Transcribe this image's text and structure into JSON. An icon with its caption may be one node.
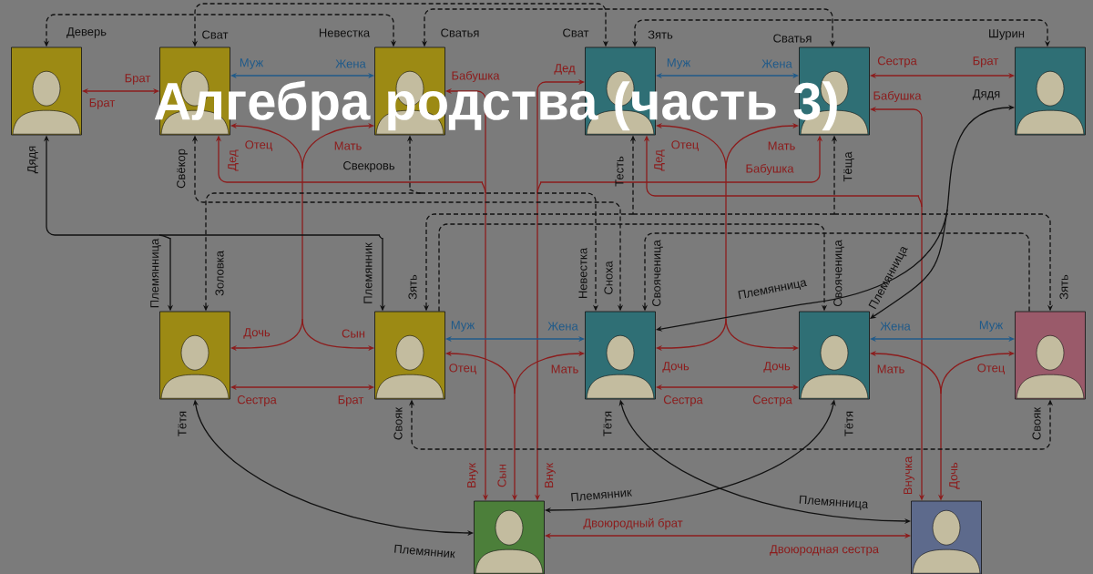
{
  "diagram": {
    "title": "Алгебра родства (часть 3)",
    "nodes": [
      {
        "text": [],
        "shape": "person"
      },
      {
        "text": [],
        "shape": "person"
      },
      {
        "text": [],
        "shape": "person"
      },
      {
        "text": [],
        "shape": "person"
      },
      {
        "text": [],
        "shape": "person"
      },
      {
        "text": [],
        "shape": "person"
      },
      {
        "text": [],
        "shape": "person"
      },
      {
        "text": [],
        "shape": "person"
      },
      {
        "text": [],
        "shape": "person"
      },
      {
        "text": [],
        "shape": "person"
      },
      {
        "text": [],
        "shape": "person"
      },
      {
        "text": [],
        "shape": "person"
      },
      {
        "text": [],
        "shape": "person"
      }
    ],
    "edges": [
      {
        "from": 0,
        "to": 1,
        "arrow": "both"
      },
      {
        "from": 1,
        "to": 2,
        "arrow": "both",
        "color": "#1f5a8a"
      },
      {
        "from": 3,
        "to": 4,
        "arrow": "both",
        "color": "#1f5a8a"
      },
      {
        "from": 4,
        "to": 5,
        "arrow": "both"
      },
      {
        "from": 1,
        "to": 6,
        "arrow": "both"
      },
      {
        "from": 1,
        "to": 7,
        "arrow": "both"
      },
      {
        "from": 2,
        "to": 6,
        "arrow": "both"
      },
      {
        "from": 2,
        "to": 7,
        "arrow": "both"
      },
      {
        "from": 3,
        "to": 8,
        "arrow": "both"
      },
      {
        "from": 3,
        "to": 9,
        "arrow": "both"
      },
      {
        "from": 4,
        "to": 8,
        "arrow": "both"
      },
      {
        "from": 4,
        "to": 9,
        "arrow": "both"
      },
      {
        "from": 7,
        "to": 11,
        "arrow": "both"
      },
      {
        "from": 8,
        "to": 11,
        "arrow": "both"
      },
      {
        "from": 9,
        "to": 12,
        "arrow": "both"
      },
      {
        "from": 10,
        "to": 12,
        "arrow": "both"
      },
      {
        "from": 6,
        "to": 7,
        "arrow": "both"
      },
      {
        "from": 7,
        "to": 8,
        "arrow": "both",
        "color": "#1f5a8a"
      },
      {
        "from": 8,
        "to": 9,
        "arrow": "both"
      },
      {
        "from": 9,
        "to": 10,
        "arrow": "both",
        "color": "#1f5a8a"
      },
      {
        "from": 11,
        "to": 12,
        "arrow": "both"
      },
      {
        "from": 1,
        "to": 11,
        "arrow": "both"
      },
      {
        "from": 2,
        "to": 11,
        "arrow": "both"
      },
      {
        "from": 3,
        "to": 11,
        "arrow": "both"
      },
      {
        "from": 4,
        "to": 11,
        "arrow": "both"
      },
      {
        "from": 3,
        "to": 12,
        "arrow": "both"
      },
      {
        "from": 4,
        "to": 12,
        "arrow": "both"
      },
      {
        "from": 0,
        "to": 6,
        "arrow": "both",
        "color": "#111111"
      },
      {
        "from": 0,
        "to": 7,
        "arrow": "both",
        "color": "#111111"
      },
      {
        "from": 5,
        "to": 8,
        "arrow": "both",
        "color": "#111111"
      },
      {
        "from": 5,
        "to": 9,
        "arrow": "both",
        "color": "#111111"
      },
      {
        "from": 6,
        "to": 11,
        "arrow": "both",
        "color": "#111111"
      },
      {
        "from": 8,
        "to": 12,
        "arrow": "both",
        "color": "#111111"
      },
      {
        "from": 9,
        "to": 11,
        "arrow": "both",
        "color": "#111111"
      },
      {
        "from": 0,
        "to": 2,
        "arrow": "both",
        "style": "dashed",
        "color": "#111111"
      },
      {
        "from": 1,
        "to": 3,
        "arrow": "both",
        "style": "dashed",
        "color": "#111111"
      },
      {
        "from": 2,
        "to": 4,
        "arrow": "both",
        "style": "dashed",
        "color": "#111111"
      },
      {
        "from": 3,
        "to": 5,
        "arrow": "both",
        "style": "dashed",
        "color": "#111111"
      },
      {
        "from": 1,
        "to": 8,
        "arrow": "both",
        "style": "dashed",
        "color": "#111111"
      },
      {
        "from": 2,
        "to": 8,
        "arrow": "both",
        "style": "dashed",
        "color": "#111111"
      },
      {
        "from": 6,
        "to": 8,
        "arrow": "both",
        "style": "dashed",
        "color": "#111111"
      },
      {
        "from": 3,
        "to": 7,
        "arrow": "both",
        "style": "dashed",
        "color": "#111111"
      },
      {
        "from": 4,
        "to": 7,
        "arrow": "both",
        "style": "dashed",
        "color": "#111111"
      },
      {
        "from": 3,
        "to": 10,
        "arrow": "both",
        "style": "dashed",
        "color": "#111111"
      },
      {
        "from": 4,
        "to": 10,
        "arrow": "both",
        "style": "dashed",
        "color": "#111111"
      },
      {
        "from": 7,
        "to": 9,
        "arrow": "to",
        "style": "dashed",
        "color": "#111111"
      },
      {
        "from": 10,
        "to": 8,
        "arrow": "to",
        "style": "dashed",
        "color": "#111111"
      },
      {
        "from": 7,
        "to": 10,
        "arrow": "both",
        "style": "dashed",
        "color": "#111111"
      }
    ],
    "labels": [
      "Деверь",
      "Сват",
      "Невестка",
      "Сватья",
      "Сват",
      "Зять",
      "Сватья",
      "Шурин",
      "Брат",
      "Муж",
      "Жена",
      "Бабушка",
      "Дед",
      "Муж",
      "Жена",
      "Сестра",
      "Брат",
      "Бабушка",
      "Дядя",
      "Брат",
      "Отец",
      "Мать",
      "Отец",
      "Мать",
      "Дядя",
      "Свёкор",
      "Дед",
      "Свекровь",
      "Тесть",
      "Дед",
      "Бабушка",
      "Тёща",
      "Племянница",
      "Золовка",
      "Племянник",
      "Зять",
      "Невестка",
      "Сноха",
      "Свояченица",
      "Племянница",
      "Свояченица",
      "Племянница",
      "Зять",
      "Дочь",
      "Сын",
      "Муж",
      "Жена",
      "Жена",
      "Муж",
      "Отец",
      "Мать",
      "Дочь",
      "Дочь",
      "Мать",
      "Отец",
      "Сестра",
      "Брат",
      "Сестра",
      "Сестра",
      "Тётя",
      "Свояк",
      "Тётя",
      "Тётя",
      "Свояк",
      "Внук",
      "Сын",
      "Внук",
      "Внучка",
      "Дочь",
      "Племянник",
      "Племянница",
      "Двоюродный брат",
      "Племянник",
      "Двоюродная сестра"
    ]
  }
}
